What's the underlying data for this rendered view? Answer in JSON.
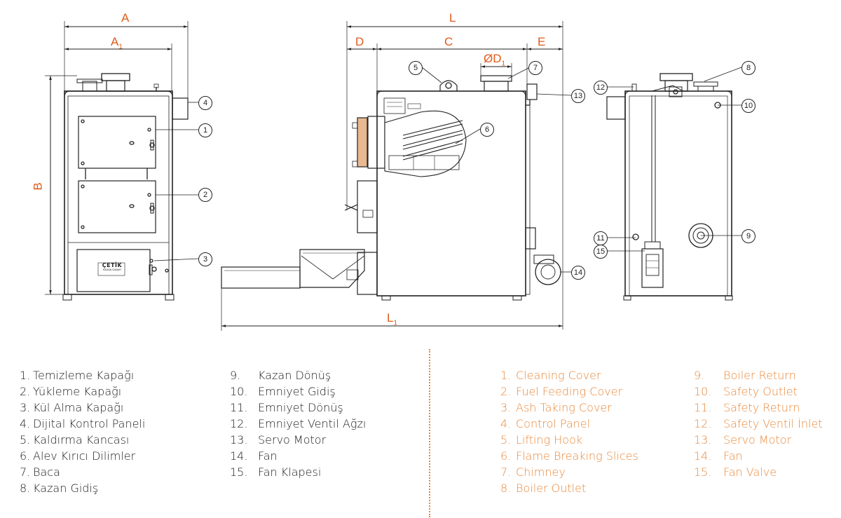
{
  "dimensions": {
    "A": "A",
    "A1_base": "A",
    "A1_sub": "1",
    "B": "B",
    "L": "L",
    "D": "D",
    "C": "C",
    "E": "E",
    "D1_base": "ØD",
    "D1_sub": "1",
    "L1_base": "L",
    "L1_sub": "1"
  },
  "callouts": [
    "1",
    "2",
    "3",
    "4",
    "5",
    "6",
    "7",
    "8",
    "9",
    "10",
    "11",
    "12",
    "13",
    "14",
    "15"
  ],
  "nameplate": {
    "brand": "ÇETİK",
    "subtitle": "KAZAN SANAYİ"
  },
  "legend_tr": [
    {
      "num": "1.",
      "label": "Temizleme Kapağı"
    },
    {
      "num": "2.",
      "label": "Yükleme Kapağı"
    },
    {
      "num": "3.",
      "label": "Kül Alma Kapağı"
    },
    {
      "num": "4.",
      "label": "Dijital Kontrol Paneli"
    },
    {
      "num": "5.",
      "label": "Kaldırma Kancası"
    },
    {
      "num": "6.",
      "label": "Alev Kırıcı Dilimler"
    },
    {
      "num": "7.",
      "label": "Baca"
    },
    {
      "num": "8.",
      "label": "Kazan Gidiş"
    }
  ],
  "legend_tr_2": [
    {
      "num": "9.",
      "label": "Kazan Dönüş"
    },
    {
      "num": "10.",
      "label": "Emniyet Gidiş"
    },
    {
      "num": "11.",
      "label": "Emniyet Dönüş"
    },
    {
      "num": "12.",
      "label": "Emniyet Ventil Ağzı"
    },
    {
      "num": "13.",
      "label": "Servo Motor"
    },
    {
      "num": "14.",
      "label": "Fan"
    },
    {
      "num": "15.",
      "label": "Fan Klapesi"
    }
  ],
  "legend_en": [
    {
      "num": "1.",
      "label": "Cleaning Cover"
    },
    {
      "num": "2.",
      "label": "Fuel Feeding Cover"
    },
    {
      "num": "3.",
      "label": "Ash Taking Cover"
    },
    {
      "num": "4.",
      "label": "Control Panel"
    },
    {
      "num": "5.",
      "label": "Lifting Hook"
    },
    {
      "num": "6.",
      "label": "Flame Breaking Slices"
    },
    {
      "num": "7.",
      "label": "Chimney"
    },
    {
      "num": "8.",
      "label": "Boiler Outlet"
    }
  ],
  "legend_en_2": [
    {
      "num": "9.",
      "label": "Boiler Return"
    },
    {
      "num": "10.",
      "label": "Safety Outlet"
    },
    {
      "num": "11.",
      "label": "Safety Return"
    },
    {
      "num": "12.",
      "label": "Safety Ventil İnlet"
    },
    {
      "num": "13.",
      "label": "Servo Motor"
    },
    {
      "num": "14.",
      "label": "Fan"
    },
    {
      "num": "15.",
      "label": "Fan Valve"
    }
  ],
  "colors": {
    "dimension": "#e05a1a",
    "legend_en": "#e8883a",
    "line": "#222222",
    "refractory": "#e8b890"
  }
}
